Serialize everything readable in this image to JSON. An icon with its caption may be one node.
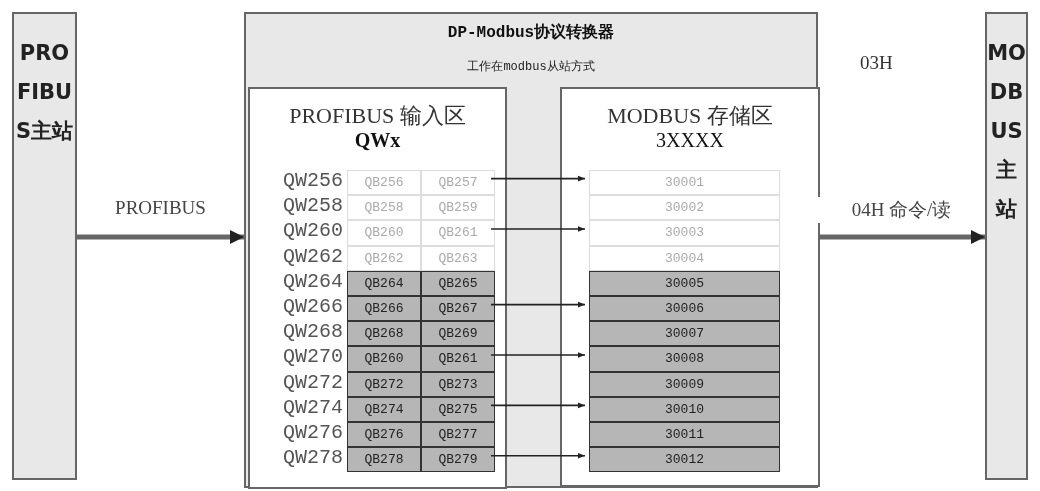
{
  "diagram": {
    "nodes": [
      {
        "text": [
          "PROFIBUS主站"
        ]
      },
      {
        "text": [
          "DP-Modbus协议转换器",
          "工作在modbus从站方式"
        ]
      },
      {
        "text": [
          "PROFIBUS 输入区",
          "QWx"
        ],
        "in": 1
      },
      {
        "text": [
          "MODBUS 存储区",
          "3XXXX"
        ],
        "in": 1
      },
      {
        "text": [
          "MODBUS主站"
        ]
      },
      {
        "text": [
          "QB256"
        ],
        "in": 2,
        "beside": [
          "QW256"
        ]
      },
      {
        "text": [
          "QB257"
        ],
        "in": 2
      },
      {
        "text": [
          "QB258"
        ],
        "in": 2,
        "beside": [
          "QW258"
        ]
      },
      {
        "text": [
          "QB259"
        ],
        "in": 2
      },
      {
        "text": [
          "QB260"
        ],
        "in": 2,
        "beside": [
          "QW260"
        ]
      },
      {
        "text": [
          "QB261"
        ],
        "in": 2
      },
      {
        "text": [
          "QB262"
        ],
        "in": 2,
        "beside": [
          "QW262"
        ]
      },
      {
        "text": [
          "QB263"
        ],
        "in": 2
      },
      {
        "text": [
          "QB264"
        ],
        "in": 2,
        "beside": [
          "QW264"
        ]
      },
      {
        "text": [
          "QB265"
        ],
        "in": 2
      },
      {
        "text": [
          "QB266"
        ],
        "in": 2,
        "beside": [
          "QW266"
        ]
      },
      {
        "text": [
          "QB267"
        ],
        "in": 2
      },
      {
        "text": [
          "QB268"
        ],
        "in": 2,
        "beside": [
          "QW268"
        ]
      },
      {
        "text": [
          "QB269"
        ],
        "in": 2
      },
      {
        "text": [
          "QB260"
        ],
        "in": 2,
        "beside": [
          "QW270"
        ]
      },
      {
        "text": [
          "QB261"
        ],
        "in": 2
      },
      {
        "text": [
          "QB272"
        ],
        "in": 2,
        "beside": [
          "QW272"
        ]
      },
      {
        "text": [
          "QB273"
        ],
        "in": 2
      },
      {
        "text": [
          "QB274"
        ],
        "in": 2,
        "beside": [
          "QW274"
        ]
      },
      {
        "text": [
          "QB275"
        ],
        "in": 2
      },
      {
        "text": [
          "QB276"
        ],
        "in": 2,
        "beside": [
          "QW276"
        ]
      },
      {
        "text": [
          "QB277"
        ],
        "in": 2
      },
      {
        "text": [
          "QB278"
        ],
        "in": 2,
        "beside": [
          "QW278"
        ]
      },
      {
        "text": [
          "QB279"
        ],
        "in": 2
      },
      {
        "text": [
          "30001"
        ],
        "in": 3
      },
      {
        "text": [
          "30002"
        ],
        "in": 3
      },
      {
        "text": [
          "30003"
        ],
        "in": 3
      },
      {
        "text": [
          "30004"
        ],
        "in": 3
      },
      {
        "text": [
          "30005"
        ],
        "in": 3
      },
      {
        "text": [
          "30006"
        ],
        "in": 3
      },
      {
        "text": [
          "30007"
        ],
        "in": 3
      },
      {
        "text": [
          "30008"
        ],
        "in": 3
      },
      {
        "text": [
          "30009"
        ],
        "in": 3
      },
      {
        "text": [
          "30010"
        ],
        "in": 3
      },
      {
        "text": [
          "30011"
        ],
        "in": 3
      },
      {
        "text": [
          "30012"
        ],
        "in": 3
      }
    ],
    "edges": [
      {
        "from": 0,
        "to": 1,
        "arrow": "to",
        "label": "PROFIBUS",
        "style": "thick"
      },
      {
        "from": 1,
        "to": 4,
        "arrow": "to",
        "label": "04H 命令/读",
        "style": "thick"
      },
      {
        "from": 6,
        "to": 29,
        "arrow": "to"
      },
      {
        "from": 10,
        "to": 31,
        "arrow": "to"
      },
      {
        "from": 16,
        "to": 34,
        "arrow": "to"
      },
      {
        "from": 20,
        "to": 36,
        "arrow": "to"
      },
      {
        "from": 24,
        "to": 38,
        "arrow": "to"
      },
      {
        "from": 28,
        "to": 40,
        "arrow": "to"
      }
    ],
    "labels": [
      "03H"
    ]
  }
}
